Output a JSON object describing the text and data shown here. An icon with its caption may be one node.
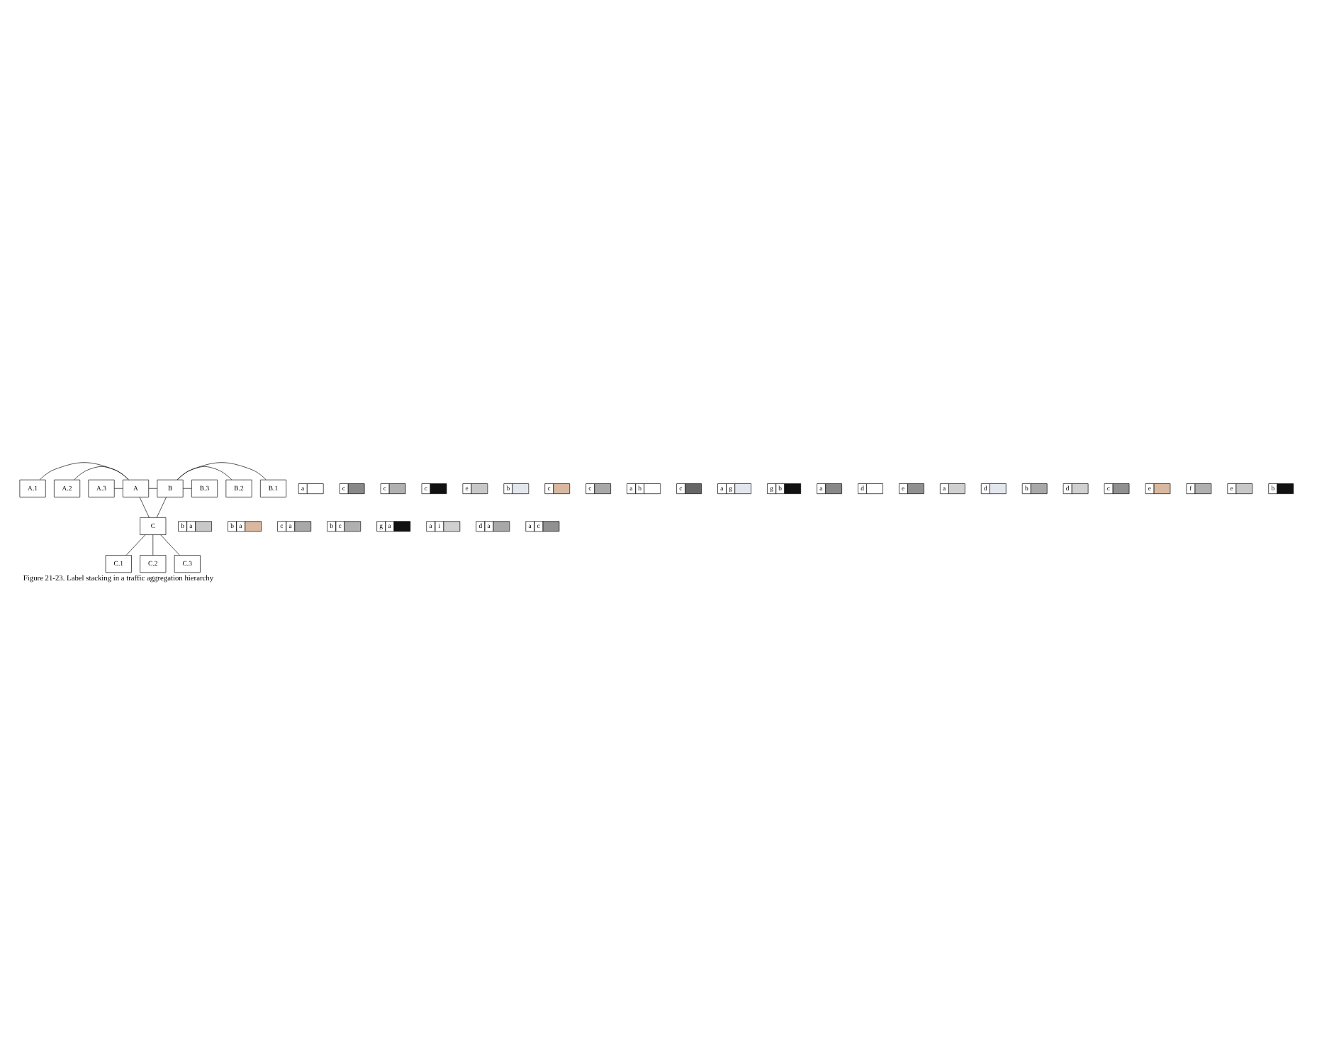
{
  "diagram": {
    "caption": "Figure 21-23. Label stacking in a traffic aggregation hierarchy",
    "nodes": [
      {
        "text": [
          "A.1"
        ]
      },
      {
        "text": [
          "A.2"
        ]
      },
      {
        "text": [
          "A.3"
        ]
      },
      {
        "text": [
          "A"
        ]
      },
      {
        "text": [
          "B"
        ]
      },
      {
        "text": [
          "B.1"
        ]
      },
      {
        "text": [
          "B.2"
        ]
      },
      {
        "text": [
          "B.3"
        ]
      },
      {
        "text": [
          "C"
        ]
      },
      {
        "text": [
          "C.1"
        ]
      },
      {
        "text": [
          "C.2"
        ]
      },
      {
        "text": [
          "C.3"
        ]
      },
      {
        "text": [
          "a"
        ]
      },
      {
        "text": [
          "c"
        ]
      },
      {
        "text": [
          "c"
        ]
      },
      {
        "text": [
          "c"
        ]
      },
      {
        "text": [
          "e"
        ]
      },
      {
        "text": [
          "b"
        ]
      },
      {
        "text": [
          "c"
        ]
      },
      {
        "text": [
          "c"
        ]
      },
      {
        "text": [
          "a",
          "b"
        ]
      },
      {
        "text": [
          "c"
        ]
      },
      {
        "text": [
          "a",
          "g"
        ]
      },
      {
        "text": [
          "g",
          "b"
        ]
      },
      {
        "text": [
          "a"
        ]
      },
      {
        "text": [
          "d"
        ]
      },
      {
        "text": [
          "e"
        ]
      },
      {
        "text": [
          "a"
        ]
      },
      {
        "text": [
          "d"
        ]
      },
      {
        "text": [
          "b"
        ]
      },
      {
        "text": [
          "b",
          "a"
        ]
      },
      {
        "text": [
          "b",
          "a"
        ]
      },
      {
        "text": [
          "c",
          "a"
        ]
      },
      {
        "text": [
          "b",
          "c"
        ]
      },
      {
        "text": [
          "g",
          "a"
        ]
      },
      {
        "text": [
          "a",
          "i"
        ]
      },
      {
        "text": [
          "d",
          "a"
        ]
      },
      {
        "text": [
          "a",
          "c"
        ]
      },
      {
        "text": [
          "d"
        ]
      },
      {
        "text": [
          "c"
        ]
      },
      {
        "text": [
          "e"
        ]
      },
      {
        "text": [
          "f"
        ]
      },
      {
        "text": [
          "e"
        ]
      },
      {
        "text": [
          "b"
        ]
      }
    ],
    "edges": [
      {
        "from": 0,
        "to": 3,
        "arrow": "none"
      },
      {
        "from": 1,
        "to": 3,
        "arrow": "none"
      },
      {
        "from": 2,
        "to": 3,
        "arrow": "none"
      },
      {
        "from": 3,
        "to": 4,
        "arrow": "none"
      },
      {
        "from": 4,
        "to": 5,
        "arrow": "none"
      },
      {
        "from": 4,
        "to": 6,
        "arrow": "none"
      },
      {
        "from": 4,
        "to": 7,
        "arrow": "none"
      },
      {
        "from": 3,
        "to": 8,
        "arrow": "none"
      },
      {
        "from": 4,
        "to": 8,
        "arrow": "none"
      },
      {
        "from": 8,
        "to": 9,
        "arrow": "none"
      },
      {
        "from": 8,
        "to": 10,
        "arrow": "none"
      },
      {
        "from": 8,
        "to": 11,
        "arrow": "none"
      }
    ]
  }
}
